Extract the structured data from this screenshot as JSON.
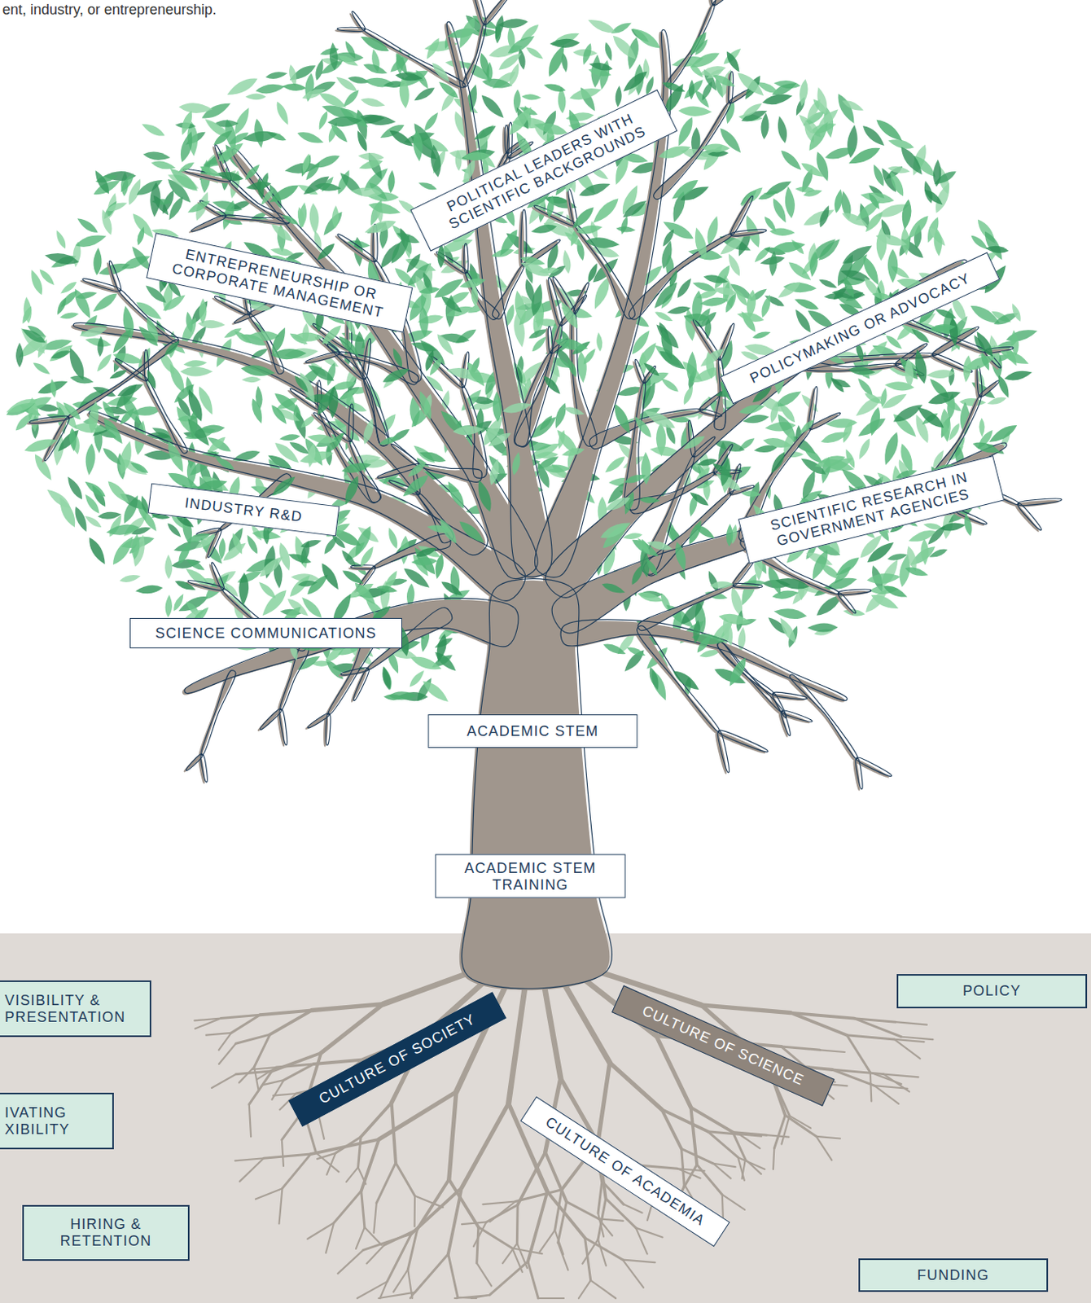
{
  "diagram": {
    "nodes": [
      {
        "text": [
          "POLITICAL LEADERS WITH SCIENTIFIC BACKGROUNDS"
        ]
      },
      {
        "text": [
          "ENTREPRENEURSHIP OR CORPORATE MANAGEMENT"
        ]
      },
      {
        "text": [
          "POLICYMAKING OR ADVOCACY"
        ]
      },
      {
        "text": [
          "INDUSTRY R&D"
        ]
      },
      {
        "text": [
          "SCIENTIFIC RESEARCH IN GOVERNMENT AGENCIES"
        ]
      },
      {
        "text": [
          "SCIENCE COMMUNICATIONS"
        ]
      },
      {
        "text": [
          "ACADEMIC STEM"
        ]
      },
      {
        "text": [
          "ACADEMIC STEM TRAINING"
        ]
      },
      {
        "text": [
          "VISIBILITY & PRESENTATION"
        ]
      },
      {
        "text": [
          "POLICY"
        ]
      },
      {
        "text": [
          "CULTURE OF SOCIETY"
        ]
      },
      {
        "text": [
          "CULTURE OF SCIENCE"
        ]
      },
      {
        "text": [
          "IVATING XIBILITY"
        ]
      },
      {
        "text": [
          "CULTURE OF ACADEMIA"
        ]
      },
      {
        "text": [
          "HIRING & RETENTION"
        ]
      },
      {
        "text": [
          "FUNDING"
        ]
      }
    ],
    "labels": [
      "ent, industry, or entrepreneurship."
    ]
  }
}
